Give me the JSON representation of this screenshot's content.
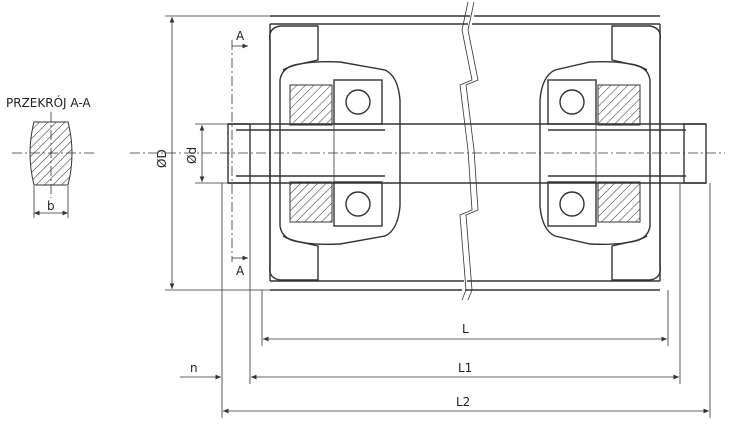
{
  "section_title": "PRZEKRÓJ A-A",
  "labels": {
    "section_width": "b",
    "outer_diameter": "ØD",
    "shaft_diameter": "Ød",
    "section_mark_top": "A",
    "section_mark_bottom": "A",
    "length_L": "L",
    "length_L1": "L1",
    "length_L2": "L2",
    "offset_n": "n"
  }
}
